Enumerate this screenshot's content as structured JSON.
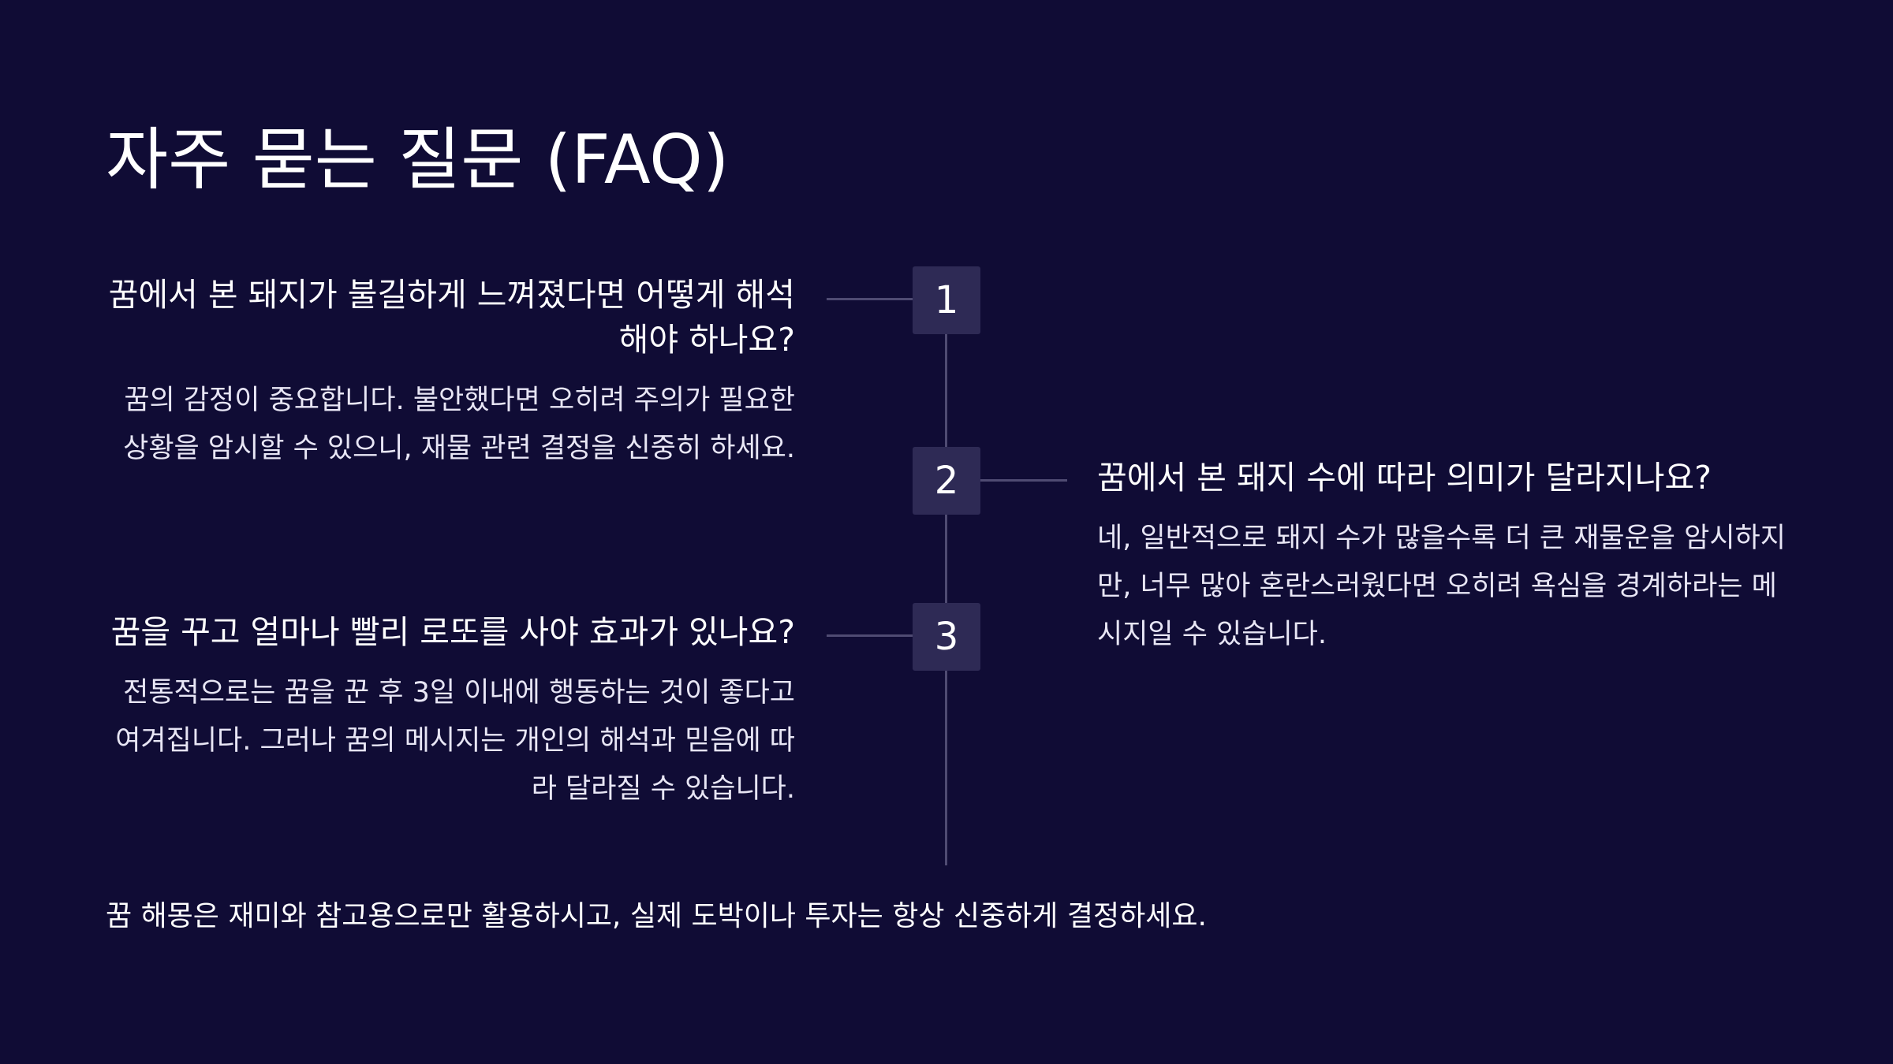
{
  "page": {
    "title": "자주 묻는 질문 (FAQ)"
  },
  "faq": [
    {
      "number": "1",
      "question": "꿈에서 본 돼지가 불길하게 느껴졌다면 어떻게 해석해야 하나요?",
      "answer": "꿈의 감정이 중요합니다. 불안했다면 오히려 주의가 필요한 상황을 암시할 수 있으니, 재물 관련 결정을 신중히 하세요."
    },
    {
      "number": "2",
      "question": "꿈에서 본 돼지 수에 따라 의미가 달라지나요?",
      "answer": "네, 일반적으로 돼지 수가 많을수록 더 큰 재물운을 암시하지만, 너무 많아 혼란스러웠다면 오히려 욕심을 경계하라는 메시지일 수 있습니다."
    },
    {
      "number": "3",
      "question": "꿈을 꾸고 얼마나 빨리 로또를 사야 효과가 있나요?",
      "answer": "전통적으로는 꿈을 꾼 후 3일 이내에 행동하는 것이 좋다고 여겨집니다. 그러나 꿈의 메시지는 개인의 해석과 믿음에 따라 달라질 수 있습니다."
    }
  ],
  "footer": {
    "note": "꿈 해몽은 재미와 참고용으로만 활용하시고, 실제 도박이나 투자는 항상 신중하게 결정하세요."
  },
  "colors": {
    "background": "#100c35",
    "marker": "#2e2a55",
    "line": "#4f4b72",
    "text": "#ffffff"
  }
}
